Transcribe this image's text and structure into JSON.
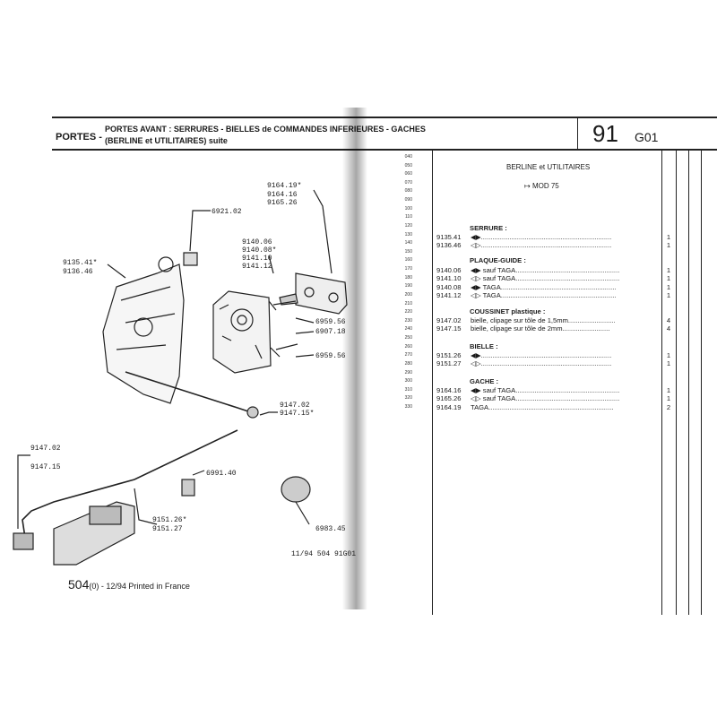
{
  "header": {
    "section": "PORTES -",
    "title_line1": "PORTES AVANT : SERRURES - BIELLES de COMMANDES INFERIEURES - GACHES",
    "title_line2": "(BERLINE et UTILITAIRES) suite",
    "group_number": "91",
    "group_code": "G01"
  },
  "diagram_labels": {
    "l9164_19": "9164.19*",
    "l9164_16": "9164.16",
    "l9165_26": "9165.26",
    "l6921_02": "6921.02",
    "l9140_06": "9140.06",
    "l9140_08": "9140.08*",
    "l9141_10": "9141.10",
    "l9141_12": "9141.12",
    "l9135_41": "9135.41*",
    "l9136_46": "9136.46",
    "l6959_56a": "6959.56",
    "l6907_18": "6907.18",
    "l6959_56b": "6959.56",
    "l9147_02a": "9147.02",
    "l9147_15a": "9147.15*",
    "l9147_02b": "9147.02",
    "l9147_15b": "9147.15",
    "l6991_40": "6991.40",
    "l9151_26": "9151.26*",
    "l9151_27": "9151.27",
    "l6983_45": "6983.45"
  },
  "table": {
    "subtitle": "BERLINE et UTILITAIRES",
    "mod": "MOD 75",
    "line_numbers": [
      "040",
      "050",
      "060",
      "070",
      "080",
      "090",
      "100",
      "110",
      "120",
      "130",
      "140",
      "150",
      "160",
      "170",
      "180",
      "190",
      "200",
      "210",
      "220",
      "230",
      "240",
      "250",
      "260",
      "270",
      "280",
      "290",
      "300",
      "310",
      "320",
      "330"
    ],
    "groups": {
      "serrure": "SERRURE :",
      "plaque": "PLAQUE-GUIDE :",
      "coussinet": "COUSSINET plastique :",
      "bielle": "BIELLE :",
      "gache": "GACHE :"
    },
    "rows": [
      {
        "ref": "9135.41",
        "desc": "◀▶.....................................................................",
        "qty": "1"
      },
      {
        "ref": "9136.46",
        "desc": "◁▷.....................................................................",
        "qty": "1"
      },
      {
        "ref": "9140.06",
        "desc": "◀▶ sauf TAGA.......................................................",
        "qty": "1"
      },
      {
        "ref": "9141.10",
        "desc": "◁▷ sauf TAGA.......................................................",
        "qty": "1"
      },
      {
        "ref": "9140.08",
        "desc": "◀▶ TAGA.............................................................",
        "qty": "1"
      },
      {
        "ref": "9141.12",
        "desc": "◁▷ TAGA.............................................................",
        "qty": "1"
      },
      {
        "ref": "9147.02",
        "desc": "bielle, clipage sur tôle de 1,5mm.........................",
        "qty": "4"
      },
      {
        "ref": "9147.15",
        "desc": "bielle, clipage sur tôle de   2mm.........................",
        "qty": "4"
      },
      {
        "ref": "9151.26",
        "desc": "◀▶.....................................................................",
        "qty": "1"
      },
      {
        "ref": "9151.27",
        "desc": "◁▷.....................................................................",
        "qty": "1"
      },
      {
        "ref": "9164.16",
        "desc": "◀▶ sauf TAGA.......................................................",
        "qty": "1"
      },
      {
        "ref": "9165.26",
        "desc": "◁▷ sauf TAGA.......................................................",
        "qty": "1"
      },
      {
        "ref": "9164.19",
        "desc": "TAGA..................................................................",
        "qty": "2"
      }
    ]
  },
  "footer": {
    "page_num": "504",
    "page_suffix": "(0) - 12/94 Printed in France",
    "code": "11/94  504  91G01"
  }
}
